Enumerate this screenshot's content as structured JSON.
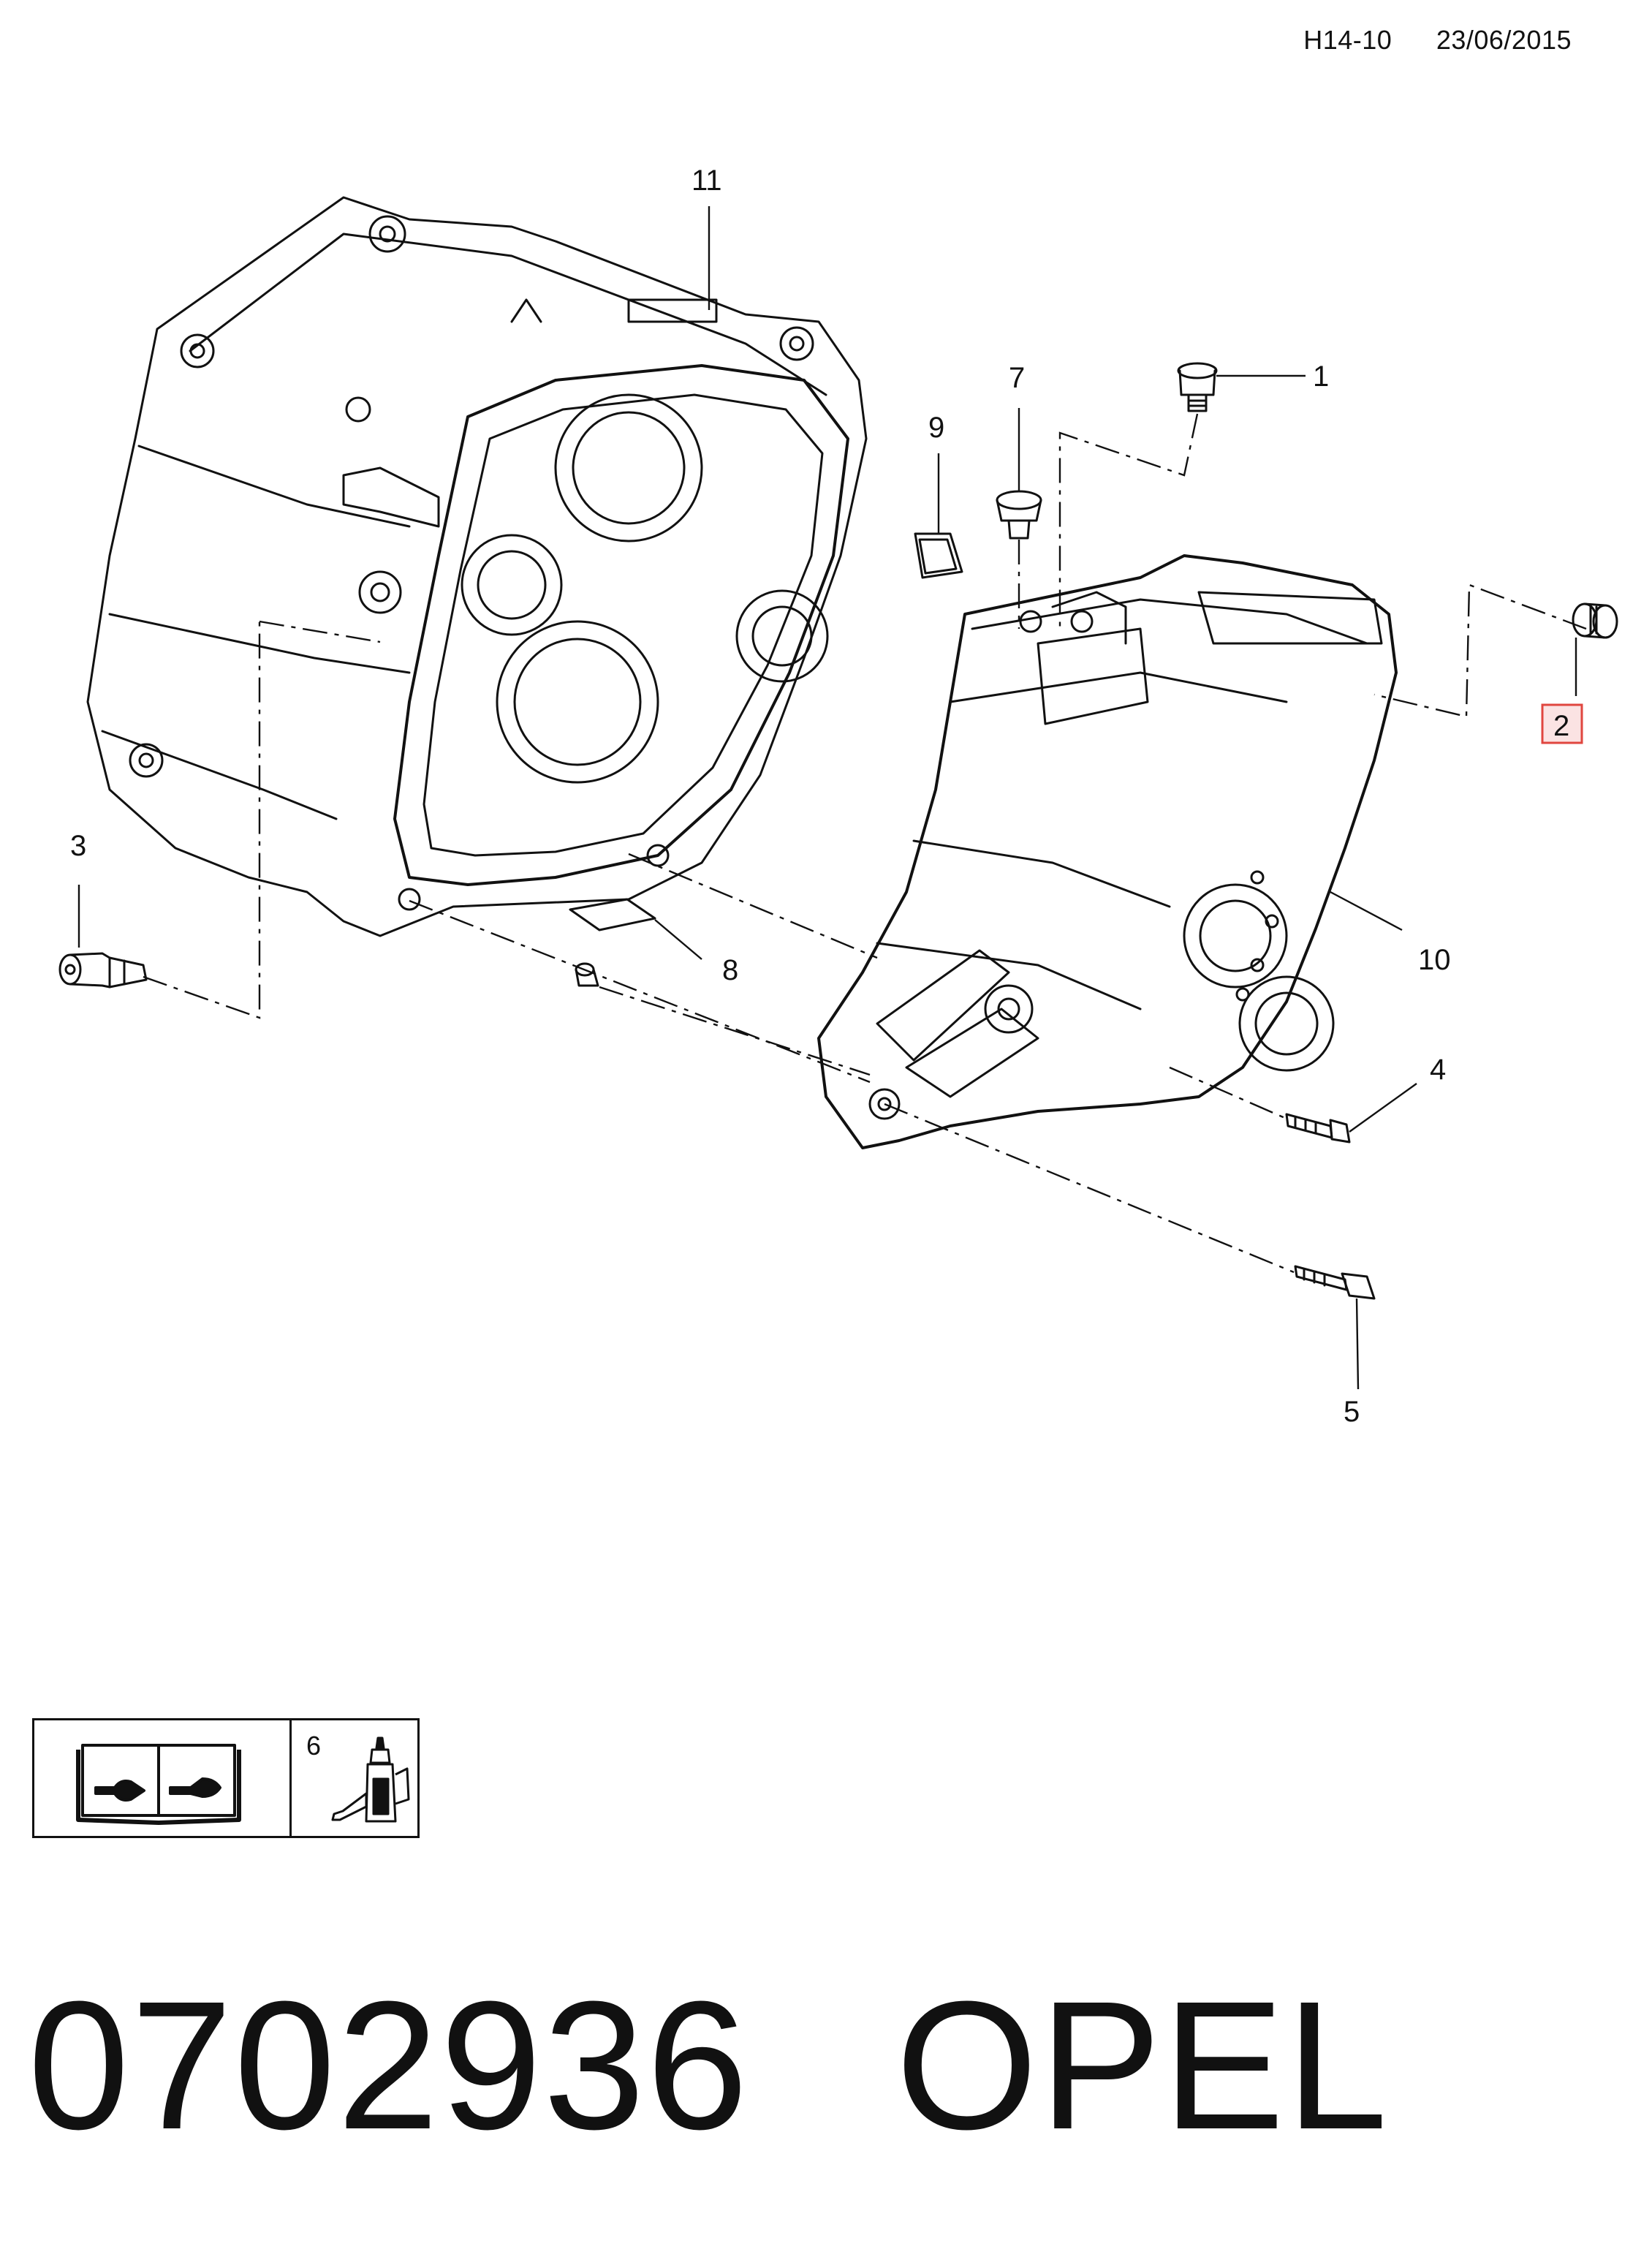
{
  "header": {
    "code": "H14-10",
    "date": "23/06/2015"
  },
  "callouts": {
    "c1": "1",
    "c2": "2",
    "c3": "3",
    "c4": "4",
    "c5": "5",
    "c7": "7",
    "c8": "8",
    "c9": "9",
    "c10": "10",
    "c11": "11"
  },
  "legend": {
    "adhesive_ref": "6",
    "book_icon": "service-manual-icon",
    "glue_icon": "adhesive-bottle-icon"
  },
  "footer": {
    "part_number": "0702936",
    "brand": "OPEL"
  },
  "colors": {
    "line": "#111111",
    "highlight_border": "#e0463f",
    "highlight_fill": "#fbe3e3"
  }
}
